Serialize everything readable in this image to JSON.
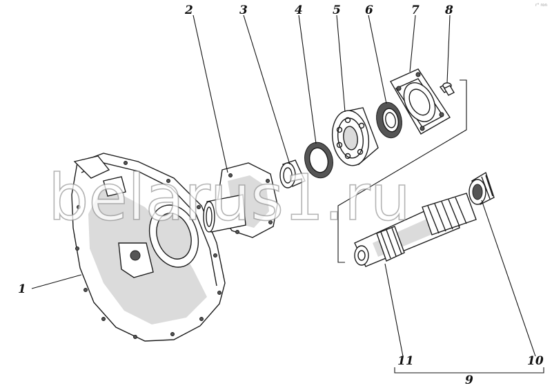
{
  "corner_mark": "r° ron",
  "watermark": "belarus1.ru",
  "callouts": [
    "1",
    "2",
    "3",
    "4",
    "5",
    "6",
    "7",
    "8",
    "9",
    "10",
    "11"
  ],
  "parts": [
    {
      "id": "1",
      "shape": "housing"
    },
    {
      "id": "2",
      "shape": "flanged-sleeve"
    },
    {
      "id": "3",
      "shape": "ring"
    },
    {
      "id": "4",
      "shape": "seal-ring"
    },
    {
      "id": "5",
      "shape": "ball-bearing"
    },
    {
      "id": "6",
      "shape": "seal"
    },
    {
      "id": "7",
      "shape": "square-cover"
    },
    {
      "id": "8",
      "shape": "bolt"
    },
    {
      "id": "10",
      "shape": "gear-sleeve"
    },
    {
      "id": "11",
      "shape": "splined-shaft"
    }
  ]
}
